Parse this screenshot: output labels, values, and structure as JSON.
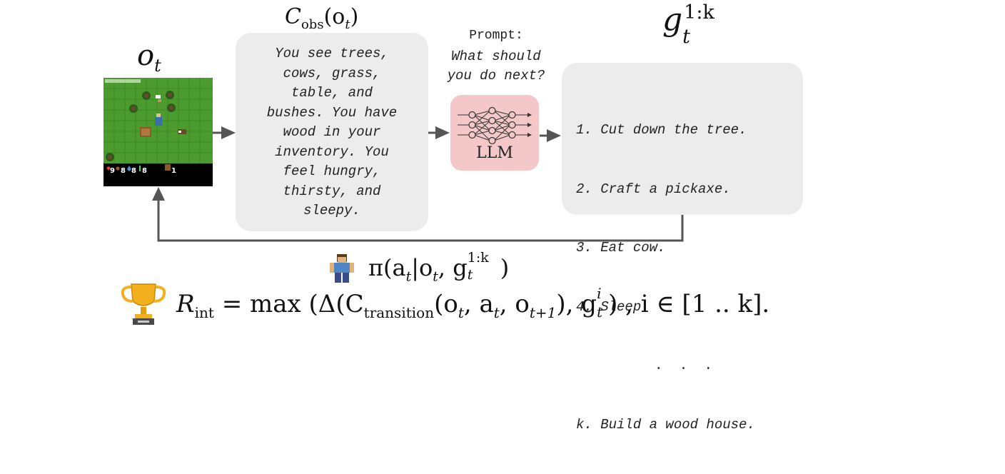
{
  "ot_label": "o",
  "ot_sub": "t",
  "cobs_label": "C",
  "cobs_sub": "obs",
  "cobs_arg": "(o",
  "cobs_arg_sub": "t",
  "cobs_close": ")",
  "observation_lines": [
    "You see trees,",
    "cows, grass,",
    "table, and",
    "bushes. You have",
    "wood in your",
    "inventory. You",
    "feel hungry,",
    "thirsty, and",
    "sleepy."
  ],
  "prompt_label": "Prompt:",
  "prompt_lines": [
    "What should",
    "you do next?"
  ],
  "llm_label": "LLM",
  "goals_label": "g",
  "goals_sub": "t",
  "goals_sup": "1:k",
  "goal_items": [
    "1. Cut down the tree.",
    "2. Craft a pickaxe.",
    "3. Eat cow.",
    "4. Sleep."
  ],
  "goal_dots": ". . .",
  "goal_last": "k. Build a wood house.",
  "hud": {
    "health": "9",
    "food": "8",
    "drink": "8",
    "energy": "8",
    "wood": "1"
  },
  "policy": {
    "pi": "π(a",
    "t1": "t",
    "bar": "|o",
    "t2": "t",
    "comma": ", g",
    "t3": "t",
    "sup": "1:k",
    "close": ")"
  },
  "reward": {
    "R": "R",
    "int": "int",
    "eq": " = max",
    "open": "(Δ(C",
    "transition": "transition",
    "args": "(o",
    "s1": "t",
    "a": ", a",
    "s2": "t",
    "o2": ", o",
    "s3": "t+1",
    "close1": "), g",
    "gsub": "t",
    "gsup": "i",
    "close2": ") , i ∈ [1 .. k]."
  },
  "colors": {
    "box": "#ececec",
    "llm": "#f4c8c9",
    "arrow": "#555555",
    "grass": "#4b9b2e"
  }
}
